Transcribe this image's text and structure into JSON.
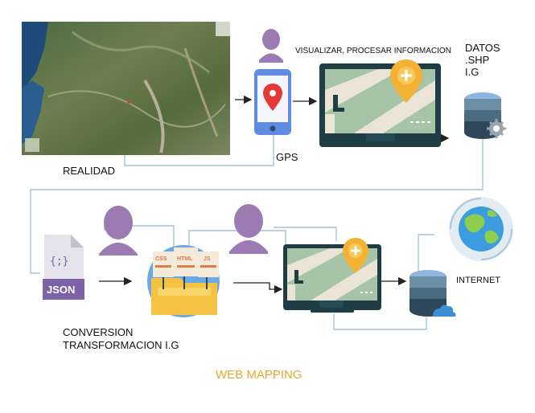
{
  "labels": {
    "realidad": "REALIDAD",
    "gps": "GPS",
    "visualizar": "VISUALIZAR, PROCESAR INFORMACION",
    "datos_line1": "DATOS",
    "datos_line2": ".SHP",
    "datos_line3": "I.G",
    "internet": "INTERNET",
    "conversion_line1": "CONVERSION",
    "conversion_line2": "TRANSFORMACION I.G",
    "title": "WEB MAPPING"
  },
  "file_icons": {
    "json_badge": "JSON",
    "json_symbol": "{;}",
    "css": "CSS",
    "html": "HTML",
    "js": "JS"
  },
  "colors": {
    "person": "#9c7bb3",
    "title": "#e8a630",
    "connector": "#a8c0d4",
    "monitor": "#1f3d45",
    "screen": "#a7c4a6",
    "pin": "#f3b234",
    "phone": "#5f8ce0",
    "db_top": "#8fb6de",
    "db_body": "#3c5a6e"
  }
}
